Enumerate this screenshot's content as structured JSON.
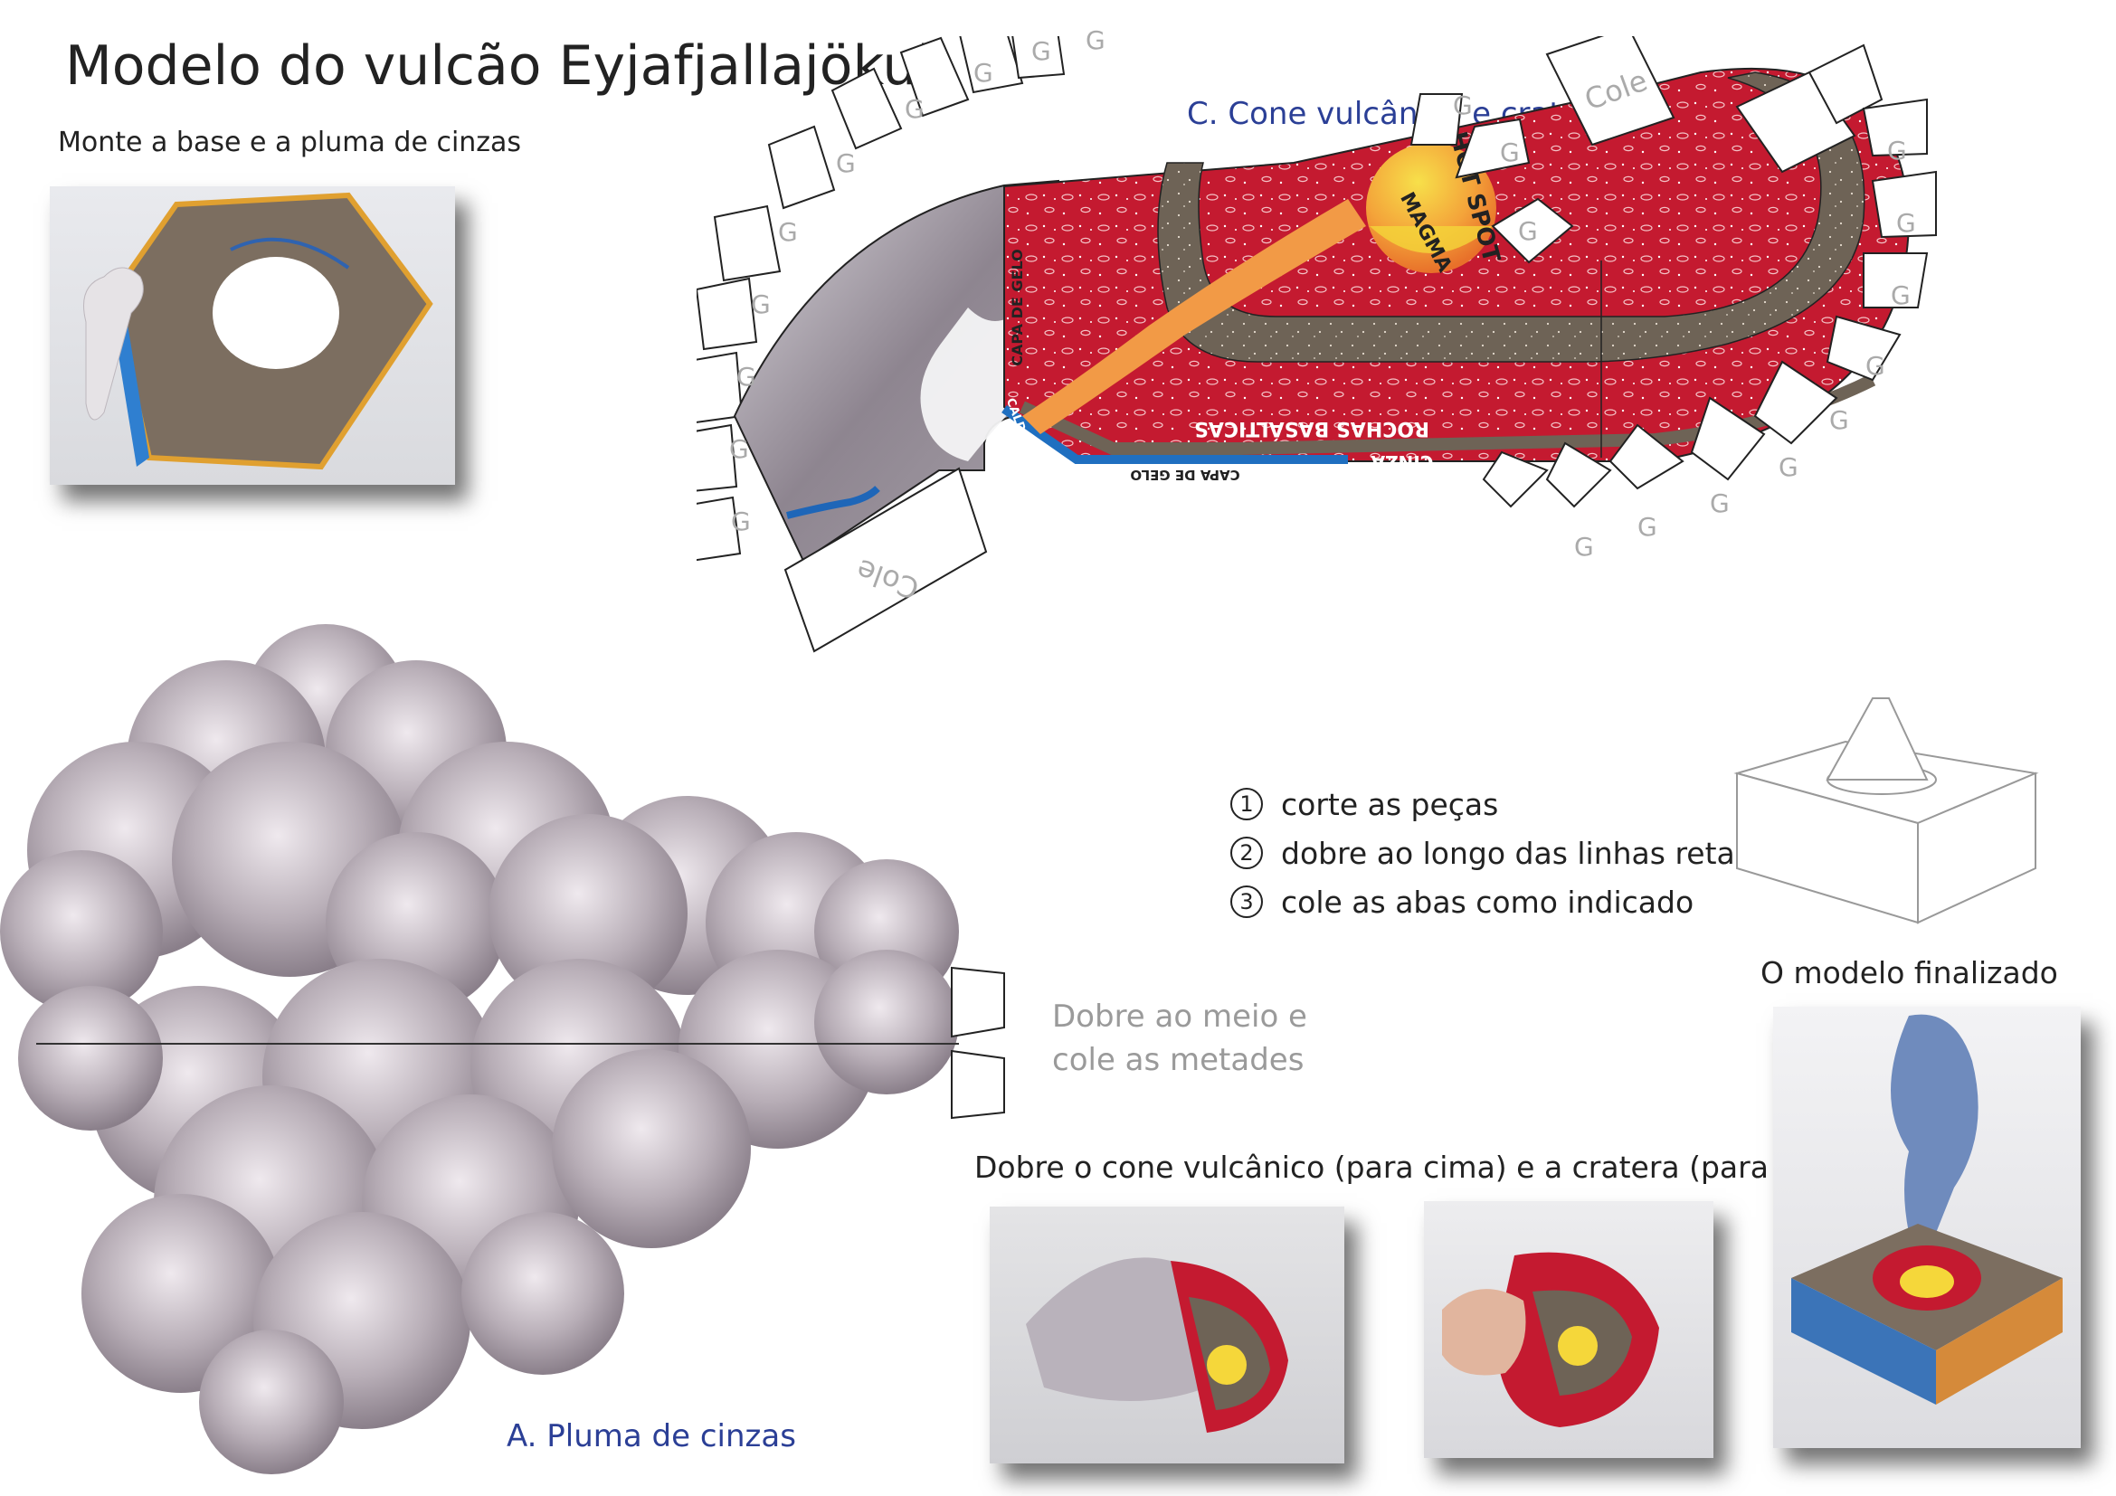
{
  "title": "Modelo do vulcão Eyjafjallajökull",
  "subtitle": "Monte a base e a pluma de cinzas",
  "section_c_title": "C. Cone vulcânico e cratera",
  "section_a_title": "A. Pluma de cinzas",
  "fold_plume": {
    "line1": "Dobre ao meio e",
    "line2": "cole as metades"
  },
  "steps": [
    {
      "num": "1",
      "text": "corte as peças"
    },
    {
      "num": "2",
      "text": "dobre ao longo das linhas retas"
    },
    {
      "num": "3",
      "text": "cole as abas como indicado"
    }
  ],
  "finished_label": "O modelo finalizado",
  "fold_instruction": "Dobre o cone vulcânico (para cima) e a cratera (para baixo)",
  "template_labels": {
    "glue_tab": "G",
    "cole": "Cole",
    "hot_spot": "HOT SPOT",
    "magma": "MAGMA",
    "rochas_basalticas": "ROCHAS BASÁLTICAS",
    "cinza": "CINZA",
    "capa_de_gelo": "CAPA DE GELO",
    "caldeira": "CALDEIRA"
  },
  "colors": {
    "accent_blue": "#2b3f96",
    "basalt_red": "#c41a30",
    "ash_brown": "#6e6356",
    "hot_spot_yellow": "#f5d73a",
    "magma_orange": "#f08a3a",
    "ice_blue": "#1f6fc0"
  }
}
